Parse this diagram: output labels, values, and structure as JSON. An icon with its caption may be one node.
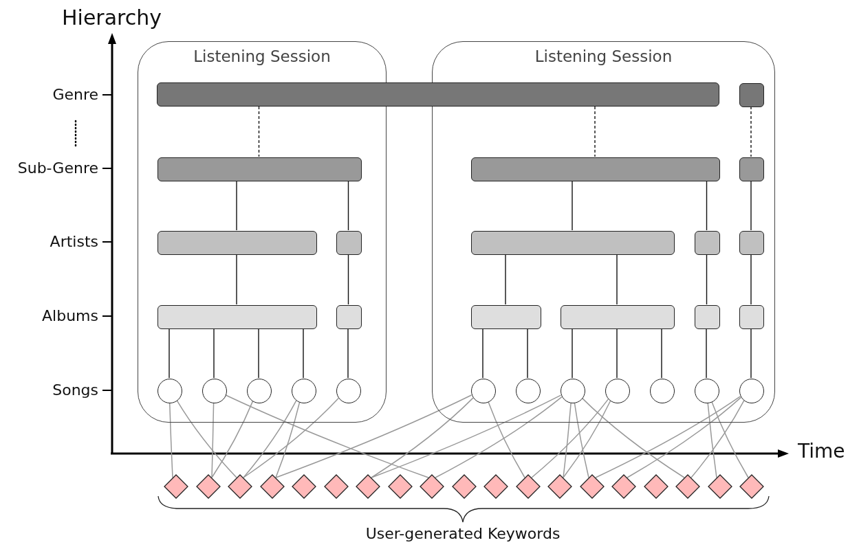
{
  "diagram": {
    "nodes": [
      {
        "text": [
          "Listening Session"
        ]
      },
      {
        "text": [
          "Listening Session"
        ]
      },
      {
        "text": [],
        "shape": "bar"
      },
      {
        "text": [],
        "shape": "bar",
        "in": 1
      },
      {
        "text": [],
        "shape": "bar",
        "in": 0
      },
      {
        "text": [],
        "shape": "bar",
        "in": 1
      },
      {
        "text": [],
        "shape": "bar",
        "in": 1
      },
      {
        "text": [],
        "shape": "bar",
        "in": 0
      },
      {
        "text": [],
        "shape": "bar",
        "in": 0
      },
      {
        "text": [],
        "shape": "bar",
        "in": 1
      },
      {
        "text": [],
        "shape": "bar",
        "in": 1
      },
      {
        "text": [],
        "shape": "bar",
        "in": 1
      },
      {
        "text": [],
        "shape": "bar",
        "in": 0
      },
      {
        "text": [],
        "shape": "bar",
        "in": 0
      },
      {
        "text": [],
        "shape": "bar",
        "in": 1
      },
      {
        "text": [],
        "shape": "bar",
        "in": 1
      },
      {
        "text": [],
        "shape": "bar",
        "in": 1
      },
      {
        "text": [],
        "shape": "bar",
        "in": 1
      },
      {
        "text": [],
        "shape": "circle",
        "in": 0
      },
      {
        "text": [],
        "shape": "circle",
        "in": 0
      },
      {
        "text": [],
        "shape": "circle",
        "in": 0
      },
      {
        "text": [],
        "shape": "circle",
        "in": 0
      },
      {
        "text": [],
        "shape": "circle",
        "in": 0
      },
      {
        "text": [],
        "shape": "circle",
        "in": 1
      },
      {
        "text": [],
        "shape": "circle",
        "in": 1
      },
      {
        "text": [],
        "shape": "circle",
        "in": 1
      },
      {
        "text": [],
        "shape": "circle",
        "in": 1
      },
      {
        "text": [],
        "shape": "circle",
        "in": 1
      },
      {
        "text": [],
        "shape": "circle",
        "in": 1
      },
      {
        "text": [],
        "shape": "circle",
        "in": 1
      },
      {
        "text": [],
        "shape": "diamond"
      },
      {
        "text": [],
        "shape": "diamond"
      },
      {
        "text": [],
        "shape": "diamond"
      },
      {
        "text": [],
        "shape": "diamond"
      },
      {
        "text": [],
        "shape": "diamond"
      },
      {
        "text": [],
        "shape": "diamond"
      },
      {
        "text": [],
        "shape": "diamond"
      },
      {
        "text": [],
        "shape": "diamond"
      },
      {
        "text": [],
        "shape": "diamond"
      },
      {
        "text": [],
        "shape": "diamond"
      },
      {
        "text": [],
        "shape": "diamond"
      },
      {
        "text": [],
        "shape": "diamond"
      },
      {
        "text": [],
        "shape": "diamond"
      },
      {
        "text": [],
        "shape": "diamond"
      },
      {
        "text": [],
        "shape": "diamond"
      },
      {
        "text": [],
        "shape": "diamond"
      },
      {
        "text": [],
        "shape": "diamond"
      },
      {
        "text": [],
        "shape": "diamond"
      },
      {
        "text": [],
        "shape": "diamond"
      }
    ],
    "edges": [
      {
        "from": 2,
        "to": 4,
        "arrow": "none",
        "style": "dashed"
      },
      {
        "from": 2,
        "to": 5,
        "arrow": "none",
        "style": "dashed"
      },
      {
        "from": 3,
        "to": 6,
        "arrow": "none",
        "style": "dashed"
      },
      {
        "from": 4,
        "to": 7,
        "arrow": "none"
      },
      {
        "from": 4,
        "to": 8,
        "arrow": "none"
      },
      {
        "from": 7,
        "to": 12,
        "arrow": "none"
      },
      {
        "from": 8,
        "to": 13,
        "arrow": "none"
      },
      {
        "from": 12,
        "to": 18,
        "arrow": "none"
      },
      {
        "from": 12,
        "to": 19,
        "arrow": "none"
      },
      {
        "from": 12,
        "to": 20,
        "arrow": "none"
      },
      {
        "from": 12,
        "to": 21,
        "arrow": "none"
      },
      {
        "from": 13,
        "to": 22,
        "arrow": "none"
      },
      {
        "from": 5,
        "to": 9,
        "arrow": "none"
      },
      {
        "from": 5,
        "to": 10,
        "arrow": "none"
      },
      {
        "from": 6,
        "to": 11,
        "arrow": "none"
      },
      {
        "from": 9,
        "to": 14,
        "arrow": "none"
      },
      {
        "from": 9,
        "to": 15,
        "arrow": "none"
      },
      {
        "from": 10,
        "to": 16,
        "arrow": "none"
      },
      {
        "from": 11,
        "to": 17,
        "arrow": "none"
      },
      {
        "from": 14,
        "to": 23,
        "arrow": "none"
      },
      {
        "from": 14,
        "to": 24,
        "arrow": "none"
      },
      {
        "from": 15,
        "to": 25,
        "arrow": "none"
      },
      {
        "from": 15,
        "to": 26,
        "arrow": "none"
      },
      {
        "from": 15,
        "to": 27,
        "arrow": "none"
      },
      {
        "from": 16,
        "to": 28,
        "arrow": "none"
      },
      {
        "from": 17,
        "to": 29,
        "arrow": "none"
      },
      {
        "from": 18,
        "to": 30,
        "arrow": "none",
        "color": "#999999"
      },
      {
        "from": 18,
        "to": 32,
        "arrow": "none",
        "color": "#999999"
      },
      {
        "from": 19,
        "to": 31,
        "arrow": "none",
        "color": "#999999"
      },
      {
        "from": 19,
        "to": 38,
        "arrow": "none",
        "color": "#999999"
      },
      {
        "from": 20,
        "to": 31,
        "arrow": "none",
        "color": "#999999"
      },
      {
        "from": 21,
        "to": 32,
        "arrow": "none",
        "color": "#999999"
      },
      {
        "from": 21,
        "to": 33,
        "arrow": "none",
        "color": "#999999"
      },
      {
        "from": 22,
        "to": 32,
        "arrow": "none",
        "color": "#999999"
      },
      {
        "from": 23,
        "to": 33,
        "arrow": "none",
        "color": "#999999"
      },
      {
        "from": 23,
        "to": 36,
        "arrow": "none",
        "color": "#999999"
      },
      {
        "from": 23,
        "to": 41,
        "arrow": "none",
        "color": "#999999"
      },
      {
        "from": 25,
        "to": 36,
        "arrow": "none",
        "color": "#999999"
      },
      {
        "from": 25,
        "to": 38,
        "arrow": "none",
        "color": "#999999"
      },
      {
        "from": 25,
        "to": 42,
        "arrow": "none",
        "color": "#999999"
      },
      {
        "from": 25,
        "to": 43,
        "arrow": "none",
        "color": "#999999"
      },
      {
        "from": 25,
        "to": 46,
        "arrow": "none",
        "color": "#999999"
      },
      {
        "from": 26,
        "to": 41,
        "arrow": "none",
        "color": "#999999"
      },
      {
        "from": 26,
        "to": 42,
        "arrow": "none",
        "color": "#999999"
      },
      {
        "from": 28,
        "to": 47,
        "arrow": "none",
        "color": "#999999"
      },
      {
        "from": 28,
        "to": 48,
        "arrow": "none",
        "color": "#999999"
      },
      {
        "from": 29,
        "to": 43,
        "arrow": "none",
        "color": "#999999"
      },
      {
        "from": 29,
        "to": 44,
        "arrow": "none",
        "color": "#999999"
      },
      {
        "from": 29,
        "to": 46,
        "arrow": "none",
        "color": "#999999"
      }
    ],
    "labels": [
      "Hierarchy",
      "Genre",
      "Sub-Genre",
      "Artists",
      "Albums",
      "Songs",
      "Time",
      "User-generated Keywords"
    ]
  }
}
